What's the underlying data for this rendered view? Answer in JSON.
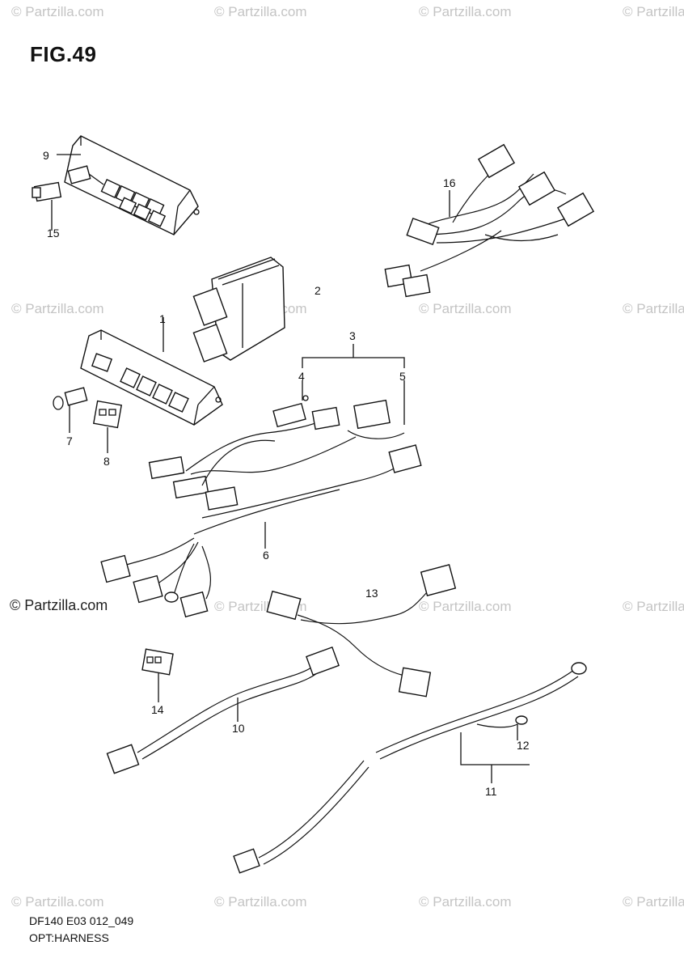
{
  "figure": {
    "title": "FIG.49",
    "code": "DF140 E03 012_049",
    "name": "OPT:HARNESS"
  },
  "watermark": {
    "text": "© Partzilla.com",
    "main_text": "© Partzilla.com"
  },
  "callouts": [
    "1",
    "2",
    "3",
    "4",
    "5",
    "6",
    "7",
    "8",
    "9",
    "10",
    "11",
    "12",
    "13",
    "14",
    "15",
    "16"
  ],
  "colors": {
    "line": "#111111",
    "watermark": "#c4c4c4"
  },
  "icons": [
    "connector-icon",
    "relay-box-icon",
    "ecu-icon",
    "harness-icon",
    "terminal-icon"
  ]
}
